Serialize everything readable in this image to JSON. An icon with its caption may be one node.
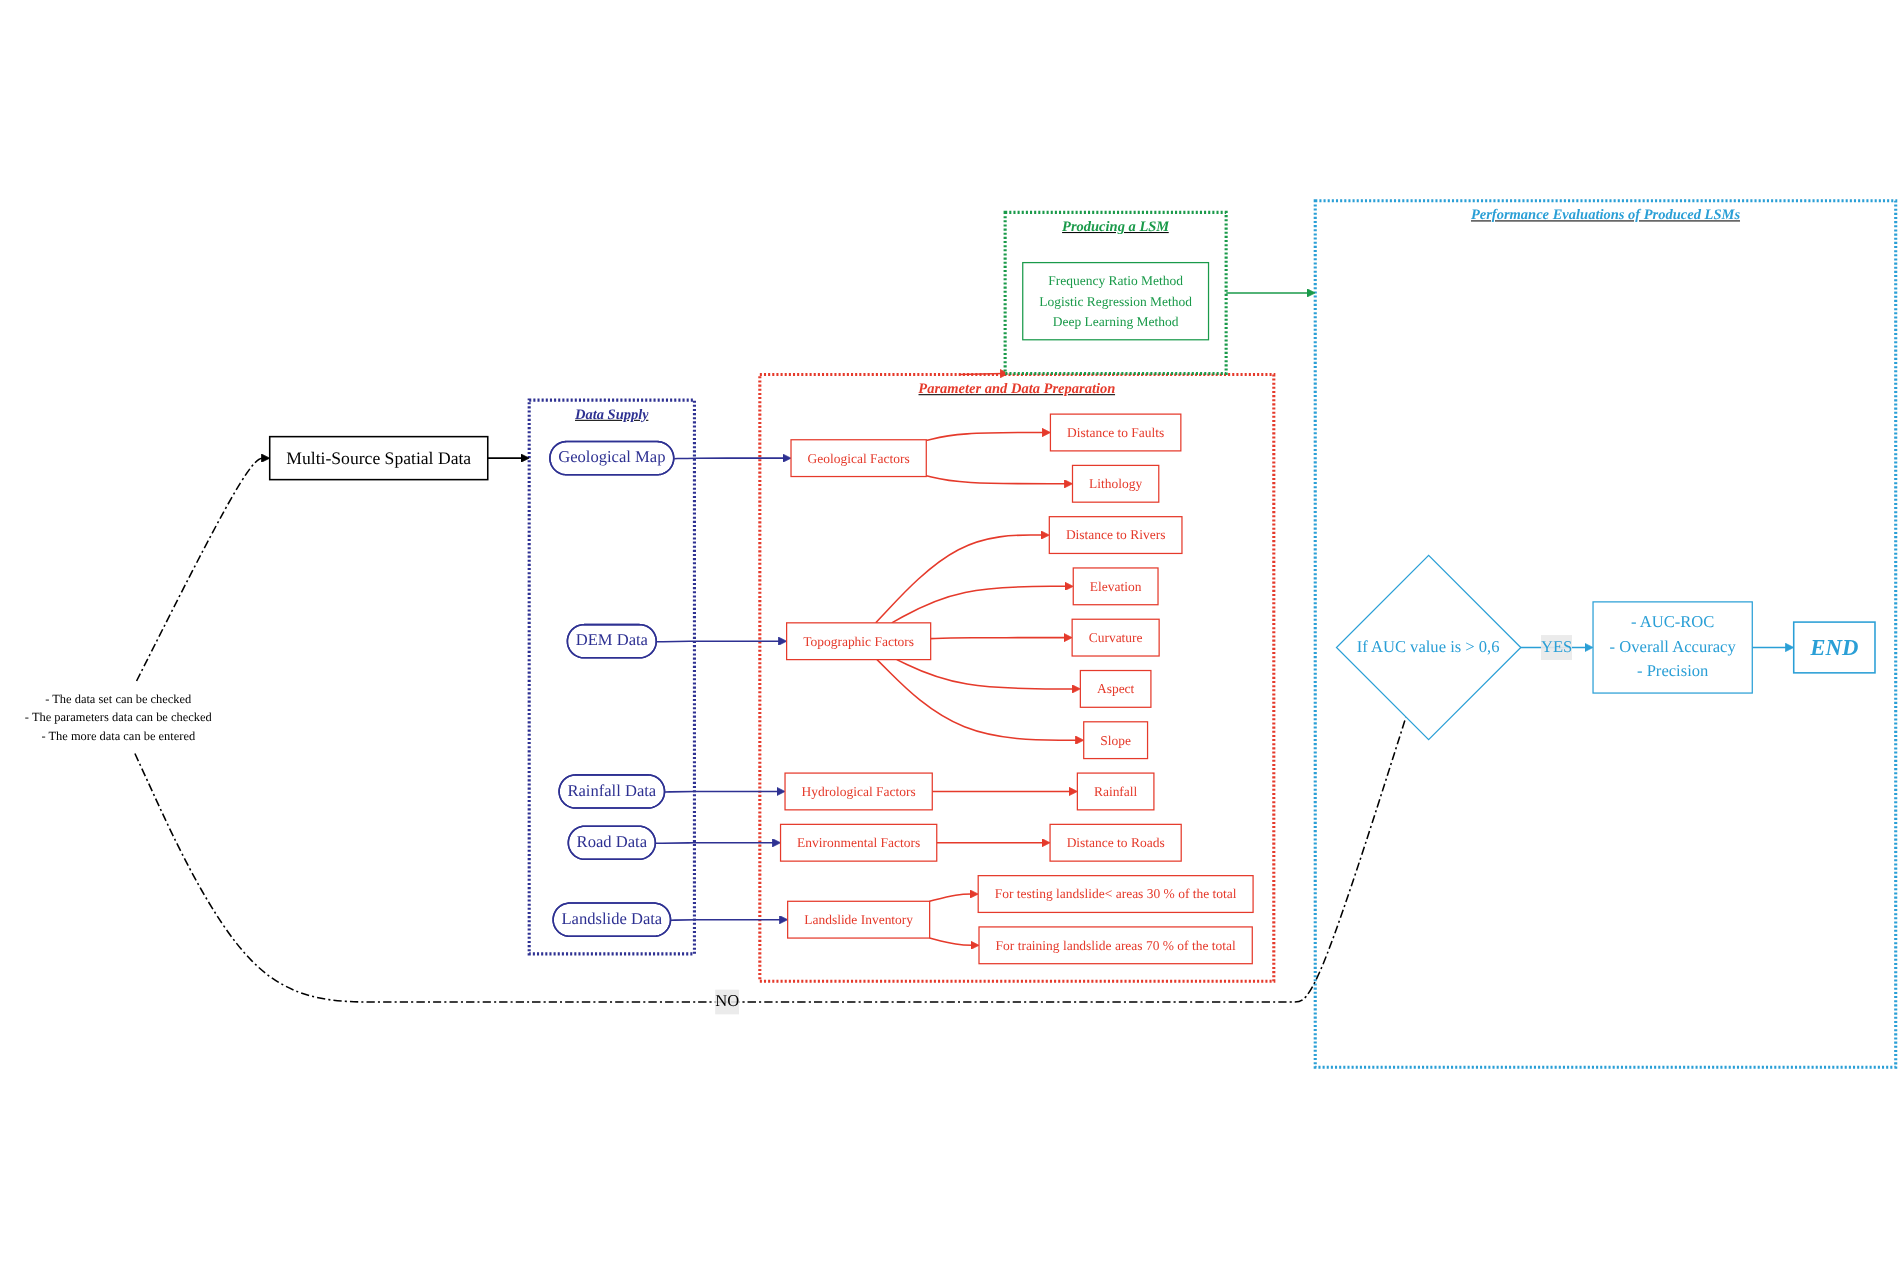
{
  "diagram": {
    "nodes": [
      {
        "text": [
          "Multi-Source Spatial Data"
        ]
      },
      {
        "text": [
          "Data Supply"
        ]
      },
      {
        "text": [
          "Geological Map"
        ],
        "in": 1
      },
      {
        "text": [
          "DEM Data"
        ],
        "in": 1
      },
      {
        "text": [
          "Rainfall Data"
        ],
        "in": 1
      },
      {
        "text": [
          "Road Data"
        ],
        "in": 1
      },
      {
        "text": [
          "Landslide Data"
        ],
        "in": 1
      },
      {
        "text": [
          "Parameter and Data Preparation"
        ]
      },
      {
        "text": [
          "Geological Factors"
        ],
        "in": 7
      },
      {
        "text": [
          "Lithology"
        ],
        "in": 7
      },
      {
        "text": [
          "Distance to Faults"
        ],
        "in": 7
      },
      {
        "text": [
          "Topographic Factors"
        ],
        "in": 7
      },
      {
        "text": [
          "Slope"
        ],
        "in": 7
      },
      {
        "text": [
          "Aspect"
        ],
        "in": 7
      },
      {
        "text": [
          "Curvature"
        ],
        "in": 7
      },
      {
        "text": [
          "Elevation"
        ],
        "in": 7
      },
      {
        "text": [
          "Distance to Rivers"
        ],
        "in": 7
      },
      {
        "text": [
          "Hydrological Factors"
        ],
        "in": 7
      },
      {
        "text": [
          "Rainfall"
        ],
        "in": 7
      },
      {
        "text": [
          "Environmental Factors"
        ],
        "in": 7
      },
      {
        "text": [
          "Distance to Roads"
        ],
        "in": 7
      },
      {
        "text": [
          "Landslide Inventory"
        ],
        "in": 7
      },
      {
        "text": [
          "For training landslide areas 70 % of the total"
        ],
        "in": 7
      },
      {
        "text": [
          "For testing landslide< areas 30 % of the total"
        ],
        "in": 7
      },
      {
        "text": [
          "Producing a LSM"
        ]
      },
      {
        "text": [
          "Frequency Ratio Method",
          "Logistic Regression Method",
          "Deep Learning Method"
        ],
        "in": 24
      },
      {
        "text": [
          "Performance Evaluations of Produced LSMs"
        ]
      },
      {
        "text": [
          "If AUC value is > 0,6"
        ],
        "in": 26
      },
      {
        "text": [
          "- AUC-ROC",
          "- Overall Accuracy",
          "- Precision"
        ],
        "in": 26
      },
      {
        "text": [
          "END"
        ],
        "in": 26
      },
      {
        "text": [
          "- The data set can be checked",
          "- The parameters data can be checked",
          "- The more data can be entered"
        ]
      }
    ],
    "edges": [
      {
        "from": 0,
        "to": 1,
        "arrow": "to",
        "color": "#000000"
      },
      {
        "from": 2,
        "to": 8,
        "arrow": "to",
        "color": "#2e3192"
      },
      {
        "from": 3,
        "to": 11,
        "arrow": "to",
        "color": "#2e3192"
      },
      {
        "from": 4,
        "to": 17,
        "arrow": "to",
        "color": "#2e3192"
      },
      {
        "from": 5,
        "to": 19,
        "arrow": "to",
        "color": "#2e3192"
      },
      {
        "from": 6,
        "to": 21,
        "arrow": "to",
        "color": "#2e3192"
      },
      {
        "from": 8,
        "to": 9,
        "arrow": "to"
      },
      {
        "from": 8,
        "to": 10,
        "arrow": "to"
      },
      {
        "from": 11,
        "to": 12,
        "arrow": "to"
      },
      {
        "from": 11,
        "to": 13,
        "arrow": "to"
      },
      {
        "from": 11,
        "to": 14,
        "arrow": "to"
      },
      {
        "from": 11,
        "to": 15,
        "arrow": "to"
      },
      {
        "from": 11,
        "to": 16,
        "arrow": "to"
      },
      {
        "from": 17,
        "to": 18,
        "arrow": "to"
      },
      {
        "from": 19,
        "to": 20,
        "arrow": "to"
      },
      {
        "from": 21,
        "to": 22,
        "arrow": "to"
      },
      {
        "from": 21,
        "to": 23,
        "arrow": "to"
      },
      {
        "from": 7,
        "to": 24,
        "arrow": "to"
      },
      {
        "from": 24,
        "to": 26,
        "arrow": "to",
        "color": "#1a9a4a"
      },
      {
        "from": 27,
        "to": 28,
        "arrow": "to",
        "label": "YES",
        "color": "#2a9fd6"
      },
      {
        "from": 28,
        "to": 29,
        "arrow": "to",
        "color": "#2a9fd6"
      },
      {
        "from": 27,
        "to": 30,
        "arrow": "none",
        "label": "NO",
        "style": "dashed",
        "color": "#000000"
      },
      {
        "from": 30,
        "to": 0,
        "arrow": "to",
        "style": "dashed",
        "color": "#000000"
      }
    ]
  }
}
